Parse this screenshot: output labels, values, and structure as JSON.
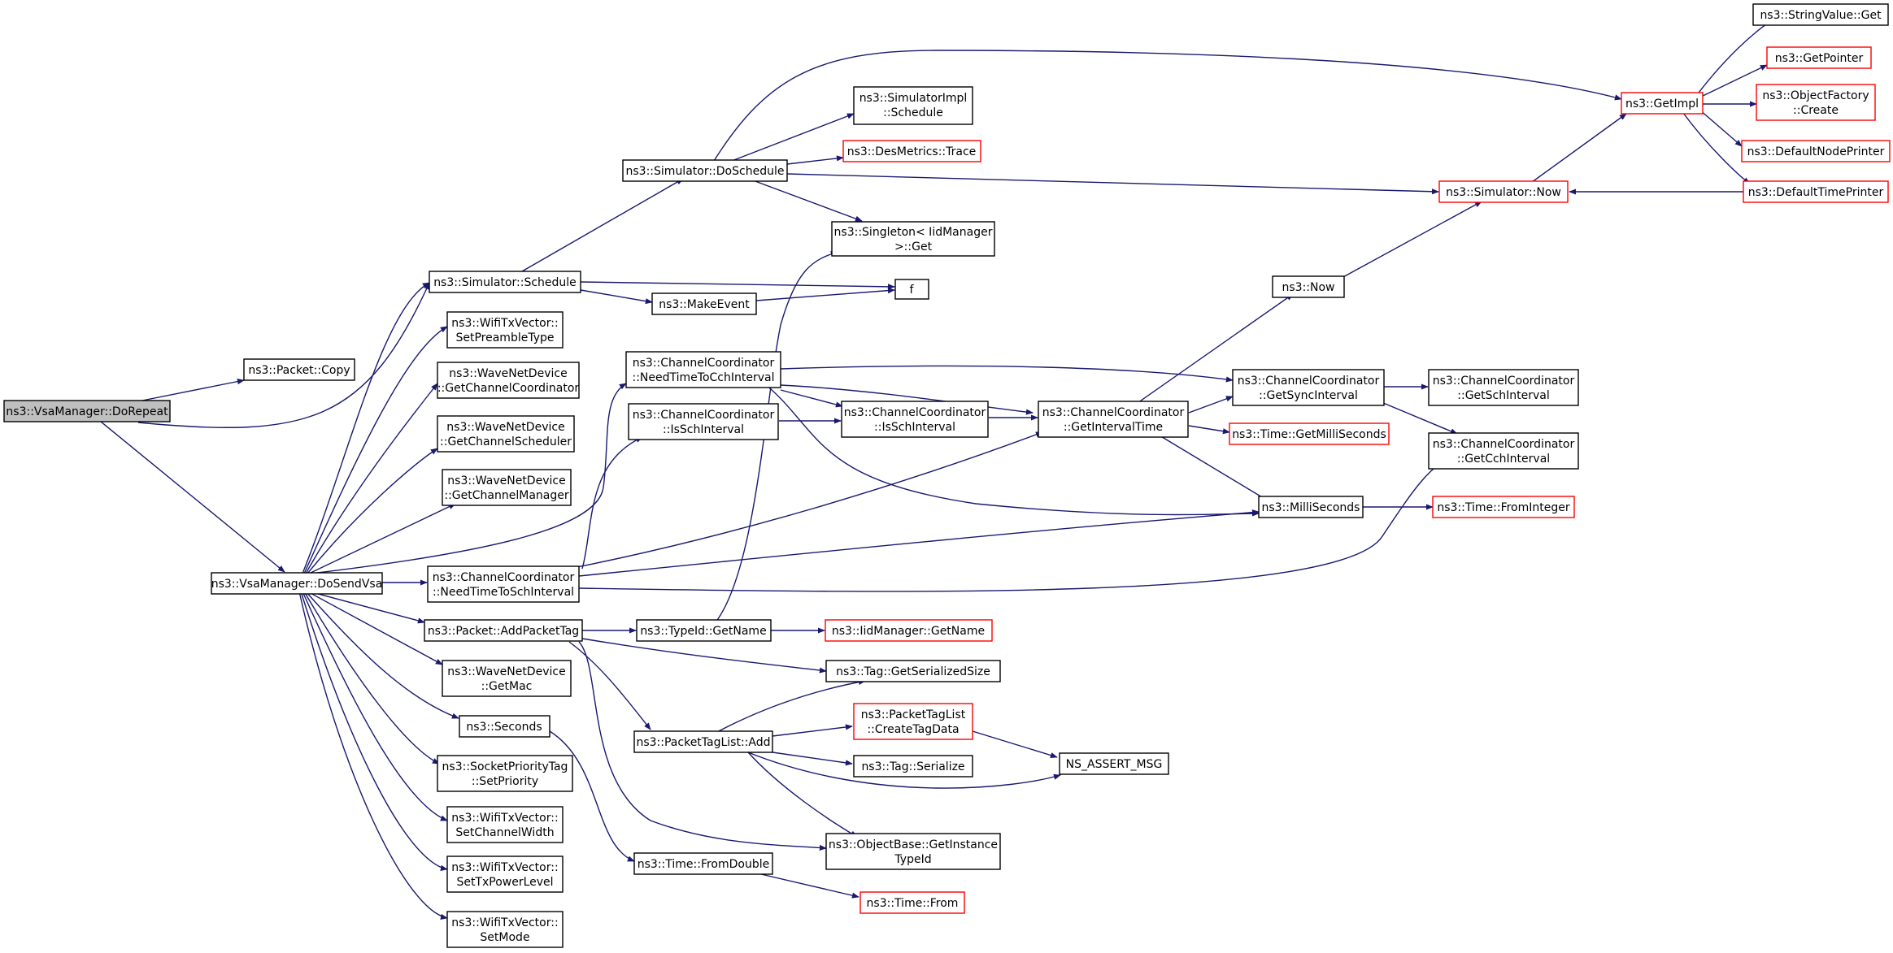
{
  "colors": {
    "edge": "#191970",
    "node_border": "#000000",
    "node_border_undocumented": "#ff0000",
    "root_fill": "#bfbfbf",
    "node_fill": "#ffffff"
  },
  "nodes": [
    {
      "id": "n_dorepeat",
      "lines": [
        "ns3::VsaManager::DoRepeat"
      ],
      "root": true
    },
    {
      "id": "n_copy",
      "lines": [
        "ns3::Packet::Copy"
      ]
    },
    {
      "id": "n_dosendvsa",
      "lines": [
        "ns3::VsaManager::DoSendVsa"
      ]
    },
    {
      "id": "n_schedule",
      "lines": [
        "ns3::Simulator::Schedule"
      ]
    },
    {
      "id": "n_dosched",
      "lines": [
        "ns3::Simulator::DoSchedule"
      ]
    },
    {
      "id": "n_simimpl",
      "lines": [
        "ns3::SimulatorImpl",
        "::Schedule"
      ]
    },
    {
      "id": "n_desmetrics",
      "lines": [
        "ns3::DesMetrics::Trace"
      ],
      "red": true
    },
    {
      "id": "n_singleton",
      "lines": [
        "ns3::Singleton< IidManager",
        ">::Get"
      ]
    },
    {
      "id": "n_f",
      "lines": [
        "f"
      ]
    },
    {
      "id": "n_makeevent",
      "lines": [
        "ns3::MakeEvent"
      ]
    },
    {
      "id": "n_getimpl",
      "lines": [
        "ns3::GetImpl"
      ],
      "red": true
    },
    {
      "id": "n_stringvalue",
      "lines": [
        "ns3::StringValue::Get"
      ]
    },
    {
      "id": "n_getpointer",
      "lines": [
        "ns3::GetPointer"
      ],
      "red": true
    },
    {
      "id": "n_objfactory",
      "lines": [
        "ns3::ObjectFactory",
        "::Create"
      ],
      "red": true
    },
    {
      "id": "n_defnodeprinter",
      "lines": [
        "ns3::DefaultNodePrinter"
      ],
      "red": true
    },
    {
      "id": "n_deftimeprinter",
      "lines": [
        "ns3::DefaultTimePrinter"
      ],
      "red": true
    },
    {
      "id": "n_simnow",
      "lines": [
        "ns3::Simulator::Now"
      ],
      "red": true
    },
    {
      "id": "n_now",
      "lines": [
        "ns3::Now"
      ]
    },
    {
      "id": "n_preamble",
      "lines": [
        "ns3::WifiTxVector::",
        "SetPreambleType"
      ]
    },
    {
      "id": "n_getchcoord",
      "lines": [
        "ns3::WaveNetDevice",
        "::GetChannelCoordinator"
      ]
    },
    {
      "id": "n_getchsched",
      "lines": [
        "ns3::WaveNetDevice",
        "::GetChannelScheduler"
      ]
    },
    {
      "id": "n_getchmgr",
      "lines": [
        "ns3::WaveNetDevice",
        "::GetChannelManager"
      ]
    },
    {
      "id": "n_needcch",
      "lines": [
        "ns3::ChannelCoordinator",
        "::NeedTimeToCchInterval"
      ]
    },
    {
      "id": "n_isschl",
      "lines": [
        "ns3::ChannelCoordinator",
        "::IsSchInterval"
      ]
    },
    {
      "id": "n_isschm",
      "lines": [
        "ns3::ChannelCoordinator",
        "::IsSchInterval"
      ]
    },
    {
      "id": "n_getinterval",
      "lines": [
        "ns3::ChannelCoordinator",
        "::GetIntervalTime"
      ]
    },
    {
      "id": "n_getsync",
      "lines": [
        "ns3::ChannelCoordinator",
        "::GetSyncInterval"
      ]
    },
    {
      "id": "n_getsch",
      "lines": [
        "ns3::ChannelCoordinator",
        "::GetSchInterval"
      ]
    },
    {
      "id": "n_getcch",
      "lines": [
        "ns3::ChannelCoordinator",
        "::GetCchInterval"
      ]
    },
    {
      "id": "n_getmilli",
      "lines": [
        "ns3::Time::GetMilliSeconds"
      ],
      "red": true
    },
    {
      "id": "n_milli",
      "lines": [
        "ns3::MilliSeconds"
      ]
    },
    {
      "id": "n_fromint",
      "lines": [
        "ns3::Time::FromInteger"
      ],
      "red": true
    },
    {
      "id": "n_needsch",
      "lines": [
        "ns3::ChannelCoordinator",
        "::NeedTimeToSchInterval"
      ]
    },
    {
      "id": "n_addtag",
      "lines": [
        "ns3::Packet::AddPacketTag"
      ]
    },
    {
      "id": "n_typeidname",
      "lines": [
        "ns3::TypeId::GetName"
      ]
    },
    {
      "id": "n_iidname",
      "lines": [
        "ns3::IidManager::GetName"
      ],
      "red": true
    },
    {
      "id": "n_tagsize",
      "lines": [
        "ns3::Tag::GetSerializedSize"
      ]
    },
    {
      "id": "n_getmac",
      "lines": [
        "ns3::WaveNetDevice",
        "::GetMac"
      ]
    },
    {
      "id": "n_pktaglistadd",
      "lines": [
        "ns3::PacketTagList::Add"
      ]
    },
    {
      "id": "n_createtag",
      "lines": [
        "ns3::PacketTagList",
        "::CreateTagData"
      ],
      "red": true
    },
    {
      "id": "n_tagser",
      "lines": [
        "ns3::Tag::Serialize"
      ]
    },
    {
      "id": "n_assert",
      "lines": [
        "NS_ASSERT_MSG"
      ]
    },
    {
      "id": "n_seconds",
      "lines": [
        "ns3::Seconds"
      ]
    },
    {
      "id": "n_sockprio",
      "lines": [
        "ns3::SocketPriorityTag",
        "::SetPriority"
      ]
    },
    {
      "id": "n_chwidth",
      "lines": [
        "ns3::WifiTxVector::",
        "SetChannelWidth"
      ]
    },
    {
      "id": "n_txpower",
      "lines": [
        "ns3::WifiTxVector::",
        "SetTxPowerLevel"
      ]
    },
    {
      "id": "n_setmode",
      "lines": [
        "ns3::WifiTxVector::",
        "SetMode"
      ]
    },
    {
      "id": "n_objbase",
      "lines": [
        "ns3::ObjectBase::GetInstance",
        "TypeId"
      ]
    },
    {
      "id": "n_fromdouble",
      "lines": [
        "ns3::Time::FromDouble"
      ]
    },
    {
      "id": "n_timefrom",
      "lines": [
        "ns3::Time::From"
      ],
      "red": true
    }
  ]
}
